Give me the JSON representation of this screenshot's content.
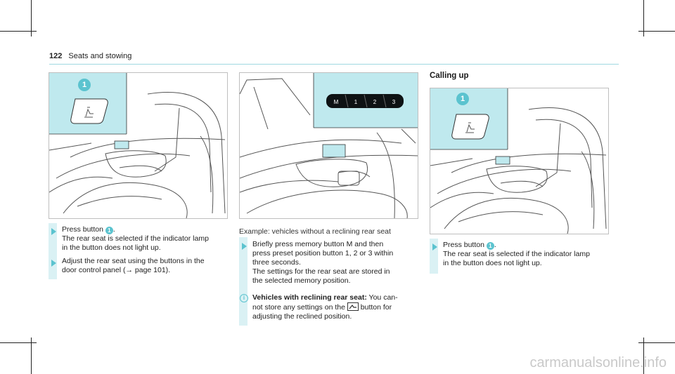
{
  "header": {
    "page_number": "122",
    "section": "Seats and stowing"
  },
  "figure1": {
    "callout": "1"
  },
  "figure2": {
    "buttons": [
      "M",
      "1",
      "2",
      "3"
    ]
  },
  "figure3": {
    "callout": "1"
  },
  "col1": {
    "step1_prefix": "Press button",
    "step1_callout": "1",
    "step1_suffix": ".",
    "step1_line2": "The rear seat is selected if the indicator lamp",
    "step1_line3": "in the button does not light up.",
    "step2_line1": "Adjust the rear seat using the buttons in the",
    "step2_line2": "door control panel (→ page 101)."
  },
  "col2": {
    "caption": "Example: vehicles without a reclining rear seat",
    "step_line1": "Briefly press memory button M and then",
    "step_line2": "press preset position button 1, 2 or 3 within",
    "step_line3": "three seconds.",
    "step_line4": "The settings for the rear seat are stored in",
    "step_line5": "the selected memory position.",
    "info_icon": "i",
    "info_bold": "Vehicles with reclining rear seat:",
    "info_line1_rest": " You can-",
    "info_line2_a": "not store any settings on the",
    "info_line2_b": "button for",
    "info_line3": "adjusting the reclined position."
  },
  "col3": {
    "heading": "Calling up",
    "step_prefix": "Press button",
    "step_callout": "1",
    "step_suffix": ".",
    "step_line2": "The rear seat is selected if the indicator lamp",
    "step_line3": "in the button does not light up."
  },
  "watermark": "carmanualsonline.info",
  "colors": {
    "accent": "#5bc3cf",
    "highlight": "#bfe9ee",
    "bar": "#daf1f4"
  }
}
